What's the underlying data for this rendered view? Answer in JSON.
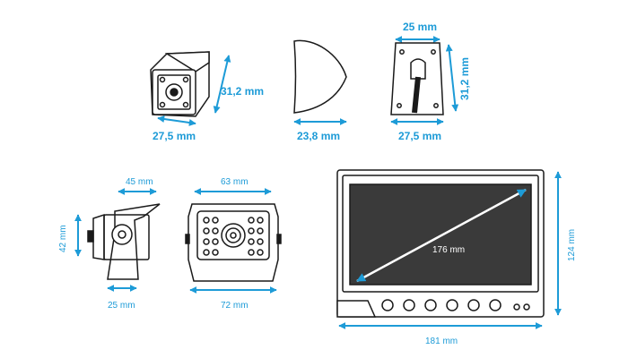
{
  "colors": {
    "dimension": "#1d9bd7",
    "outline": "#1a1a1a",
    "screen": "#3a3a3a",
    "screen_text": "#ffffff"
  },
  "icons": [
    "arrow-icon",
    "lens-icon",
    "led-icon",
    "mount-icon",
    "button-icon"
  ],
  "figures": {
    "cam1": {
      "height": "31,2 mm",
      "width": "27,5 mm"
    },
    "cam2": {
      "depth": "23,8 mm"
    },
    "cam3": {
      "top": "25 mm",
      "height": "31,2 mm",
      "bottom": "27,5 mm"
    },
    "cam4": {
      "top": "45 mm",
      "height": "42 mm",
      "bottom": "25 mm"
    },
    "cam5": {
      "top": "63 mm",
      "bottom": "72 mm"
    },
    "monitor": {
      "diagonal": "176 mm",
      "height": "124 mm",
      "width": "181 mm"
    }
  }
}
